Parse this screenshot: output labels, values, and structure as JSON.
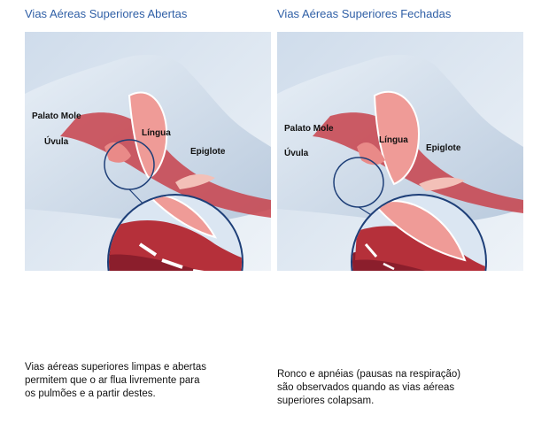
{
  "left": {
    "title": "Vias Aéreas Superiores Abertas",
    "labels": {
      "palato": "Palato Mole",
      "uvula": "Úvula",
      "lingua": "Língua",
      "epiglote": "Epiglote"
    },
    "caption": [
      "Vias aéreas superiores limpas e abertas",
      "permitem que o ar flua livremente para",
      "os pulmões e a partir destes."
    ]
  },
  "right": {
    "title": "Vias Aéreas Superiores Fechadas",
    "labels": {
      "palato": "Palato Mole",
      "uvula": "Úvula",
      "lingua": "Língua",
      "epiglote": "Epiglote"
    },
    "caption": [
      "Ronco e apnéias (pausas na respiração)",
      "são observados quando as vias aéreas",
      "superiores colapsam."
    ]
  },
  "colors": {
    "title": "#2f5fa6",
    "background_panel": "#dfe8f2",
    "airway": "#b5303a",
    "tissue": "#e98a88",
    "arrow": "#ffffff"
  }
}
